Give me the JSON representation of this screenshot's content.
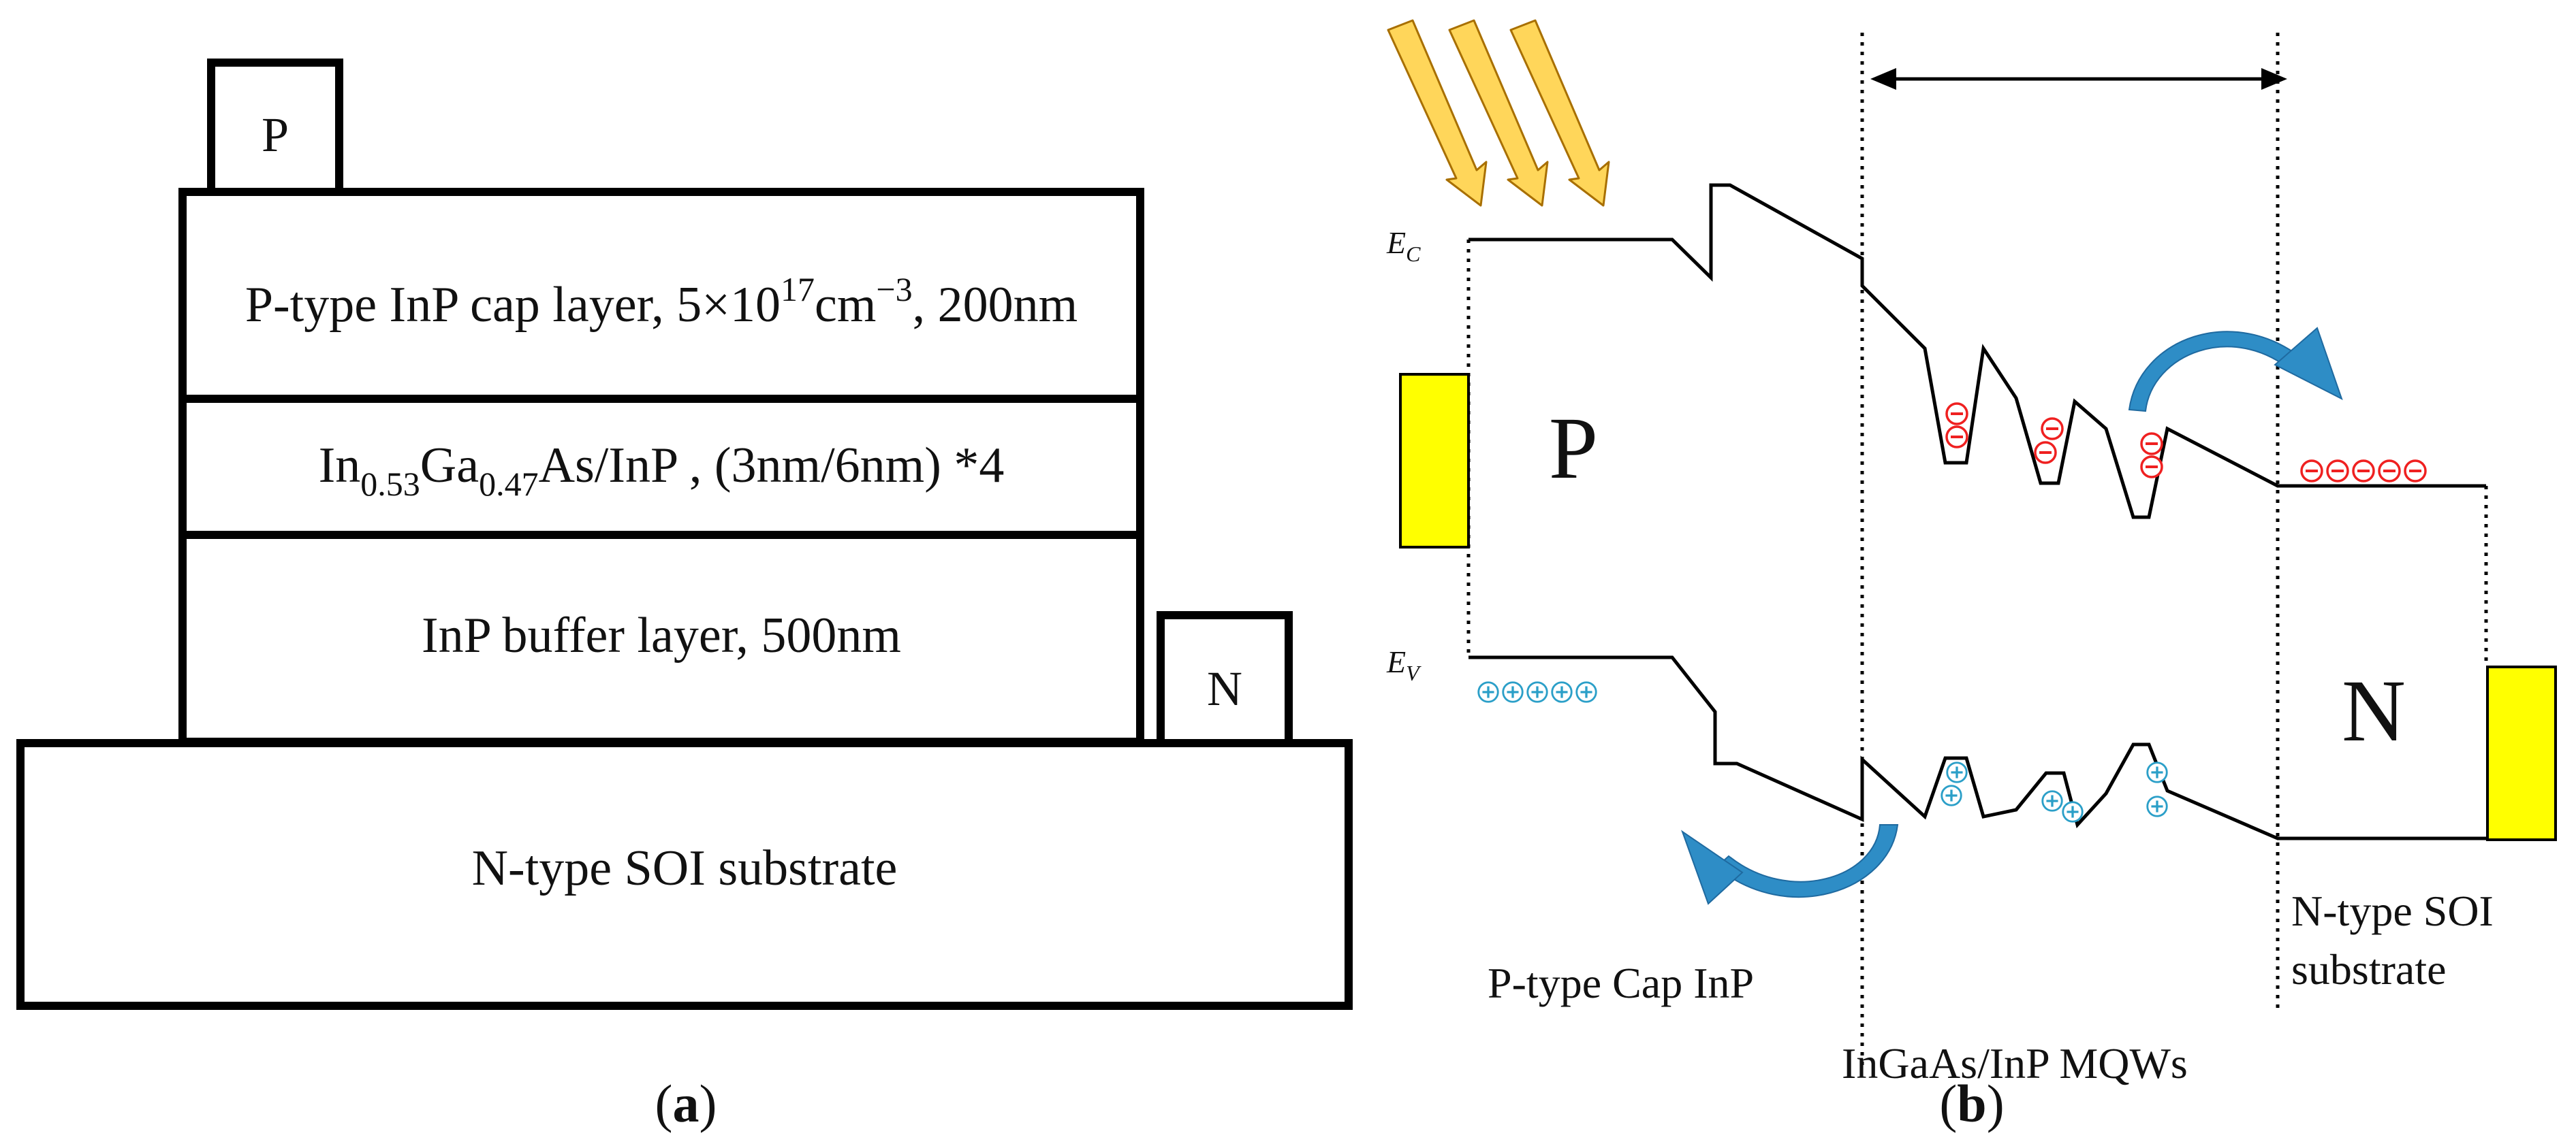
{
  "panel_a": {
    "caption_open": "(",
    "caption_letter": "a",
    "caption_close": ")",
    "p_contact": "P",
    "n_contact": "N",
    "cap_layer": {
      "pre": "P-type InP cap layer, 5×10",
      "exp1": "17",
      "mid": "cm",
      "exp2": "−3",
      "post": ", 200nm"
    },
    "mqw_layer": {
      "t1": "In",
      "s1": "0.53",
      "t2": "Ga",
      "s2": "0.47",
      "t3": "As/InP , (3nm/6nm) *4"
    },
    "buffer_layer": "InP buffer layer, 500nm",
    "substrate": "N-type SOI substrate"
  },
  "panel_b": {
    "caption_open": "(",
    "caption_letter": "b",
    "caption_close": ")",
    "ec_label": {
      "main": "E",
      "sub": "C"
    },
    "ev_label": {
      "main": "E",
      "sub": "V"
    },
    "p_region": "P",
    "n_region": "N",
    "label_p_cap": "P-type Cap InP",
    "label_mqw": "InGaAs/InP  MQWs",
    "label_substrate_1": "N-type SOI",
    "label_substrate_2": "substrate",
    "electron_symbol": "⊖",
    "hole_symbol": "⊕"
  },
  "colors": {
    "contact_fill": "#ffff00",
    "light_ray": "#ffd65a",
    "electron": "#ef2020",
    "hole": "#2b9fc8",
    "transfer_arrow": "#2e8dc6"
  }
}
